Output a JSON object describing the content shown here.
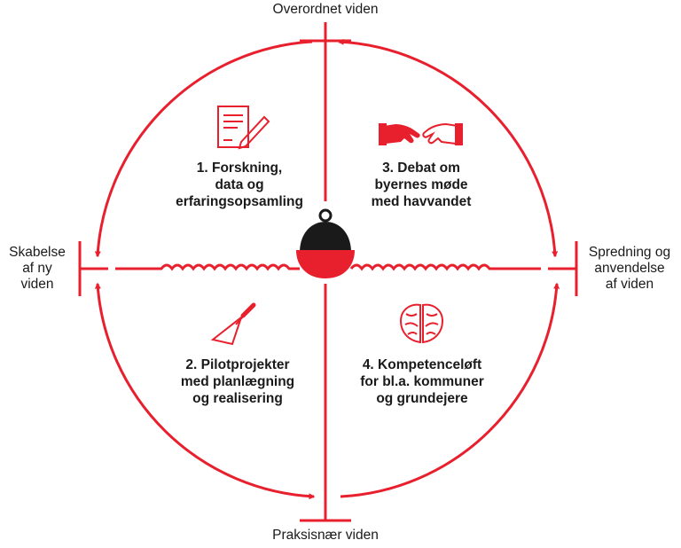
{
  "axes": {
    "top": "Overordnet viden",
    "bottom": "Praksisnær viden",
    "left": [
      "Skabelse",
      "af ny",
      "viden"
    ],
    "right": [
      "Spredning og",
      "anvendelse",
      "af viden"
    ]
  },
  "quadrants": [
    {
      "lines": [
        "1. Forskning,",
        "data og",
        "erfaringsopsamling"
      ],
      "icon": "document-pen-icon"
    },
    {
      "lines": [
        "3. Debat om",
        "byernes møde",
        "med havvandet"
      ],
      "icon": "handshake-icon"
    },
    {
      "lines": [
        "2. Pilotprojekter",
        "med planlægning",
        "og realisering"
      ],
      "icon": "trowel-icon"
    },
    {
      "lines": [
        "4. Kompetenceløft",
        "for bl.a. kommuner",
        "og grundejere"
      ],
      "icon": "brain-icon"
    }
  ],
  "colors": {
    "accent": "#e8202e",
    "dark": "#1a1a1a",
    "text": "#1a1a1a"
  }
}
